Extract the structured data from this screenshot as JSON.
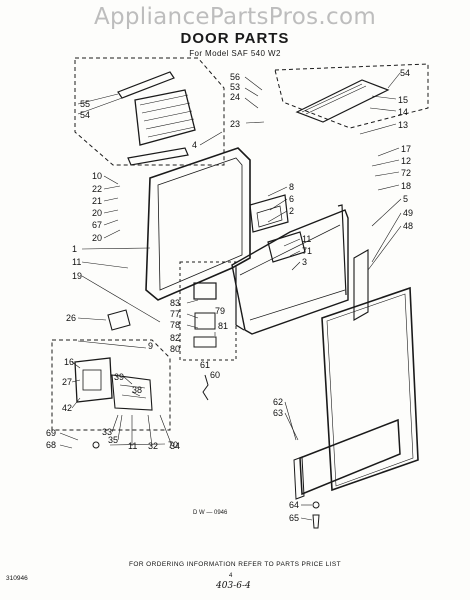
{
  "watermark": "AppliancePartsPros.com",
  "header": {
    "title": "DOOR PARTS",
    "subtitle": "For Model SAF 540 W2"
  },
  "labels": {
    "l56": "56",
    "l53": "53",
    "l24": "24",
    "l54a": "54",
    "l55": "55",
    "l54b": "54",
    "l15": "15",
    "l14": "14",
    "l13": "13",
    "l23": "23",
    "l4": "4",
    "l17": "17",
    "l12": "12",
    "l72": "72",
    "l18": "18",
    "l10": "10",
    "l22": "22",
    "l21": "21",
    "l20a": "20",
    "l67": "67",
    "l20b": "20",
    "l8": "8",
    "l6": "6",
    "l2": "2",
    "l5": "5",
    "l49": "49",
    "l48": "48",
    "l1": "1",
    "l11a": "11",
    "l71": "71",
    "l3": "3",
    "l11b": "11",
    "l19": "19",
    "l83": "83",
    "l77": "77",
    "l78": "78",
    "l79": "79",
    "l81": "81",
    "l82": "82",
    "l80": "80",
    "l26": "26",
    "l9": "9",
    "l16": "16",
    "l27": "27",
    "l42": "42",
    "l39": "39",
    "l38": "38",
    "l61": "61",
    "l60": "60",
    "l33": "33",
    "l35": "35",
    "l11c": "11",
    "l32": "32",
    "l34": "34",
    "l69": "69",
    "l68": "68",
    "l70": "70",
    "l62": "62",
    "l63": "63",
    "l64": "64",
    "l65": "65"
  },
  "footer": {
    "ordering": "FOR ORDERING INFORMATION REFER TO PARTS PRICE LIST",
    "code": "310946",
    "page": "4",
    "handwritten": "403-6-4",
    "drawing_ref": "D W — 0946"
  }
}
